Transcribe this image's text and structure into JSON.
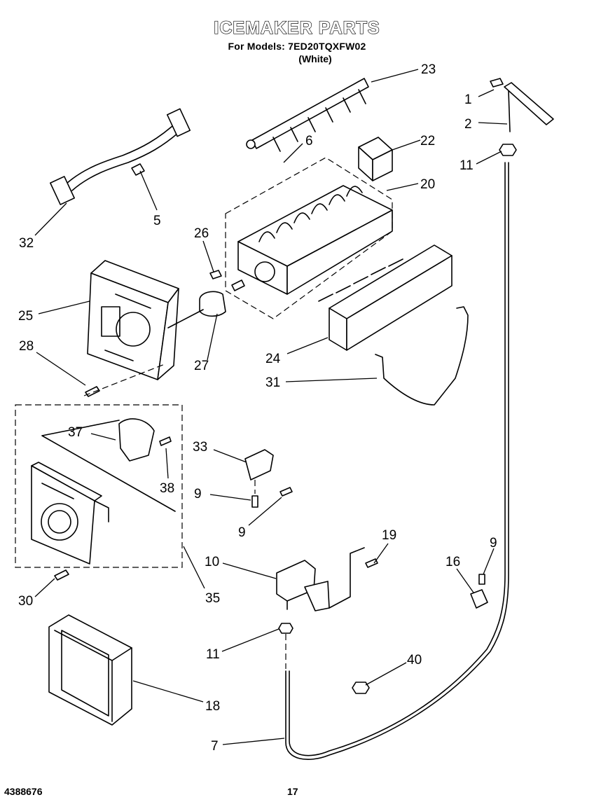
{
  "header": {
    "title": "ICEMAKER PARTS",
    "models_line": "For Models: 7ED20TQXFW02",
    "color_line": "(White)"
  },
  "footer": {
    "doc_number": "4388676",
    "page_number": "17"
  },
  "callouts": [
    {
      "id": "c1",
      "label": "1"
    },
    {
      "id": "c2",
      "label": "2"
    },
    {
      "id": "c23",
      "label": "23"
    },
    {
      "id": "c6",
      "label": "6"
    },
    {
      "id": "c22",
      "label": "22"
    },
    {
      "id": "c11a",
      "label": "11"
    },
    {
      "id": "c20",
      "label": "20"
    },
    {
      "id": "c5",
      "label": "5"
    },
    {
      "id": "c32",
      "label": "32"
    },
    {
      "id": "c26",
      "label": "26"
    },
    {
      "id": "c25",
      "label": "25"
    },
    {
      "id": "c27",
      "label": "27"
    },
    {
      "id": "c28",
      "label": "28"
    },
    {
      "id": "c24",
      "label": "24"
    },
    {
      "id": "c31",
      "label": "31"
    },
    {
      "id": "c37",
      "label": "37"
    },
    {
      "id": "c33",
      "label": "33"
    },
    {
      "id": "c38",
      "label": "38"
    },
    {
      "id": "c9a",
      "label": "9"
    },
    {
      "id": "c9b",
      "label": "9"
    },
    {
      "id": "c19",
      "label": "19"
    },
    {
      "id": "c9c",
      "label": "9"
    },
    {
      "id": "c16",
      "label": "16"
    },
    {
      "id": "c10",
      "label": "10"
    },
    {
      "id": "c30",
      "label": "30"
    },
    {
      "id": "c35",
      "label": "35"
    },
    {
      "id": "c11b",
      "label": "11"
    },
    {
      "id": "c40",
      "label": "40"
    },
    {
      "id": "c18",
      "label": "18"
    },
    {
      "id": "c7",
      "label": "7"
    }
  ]
}
